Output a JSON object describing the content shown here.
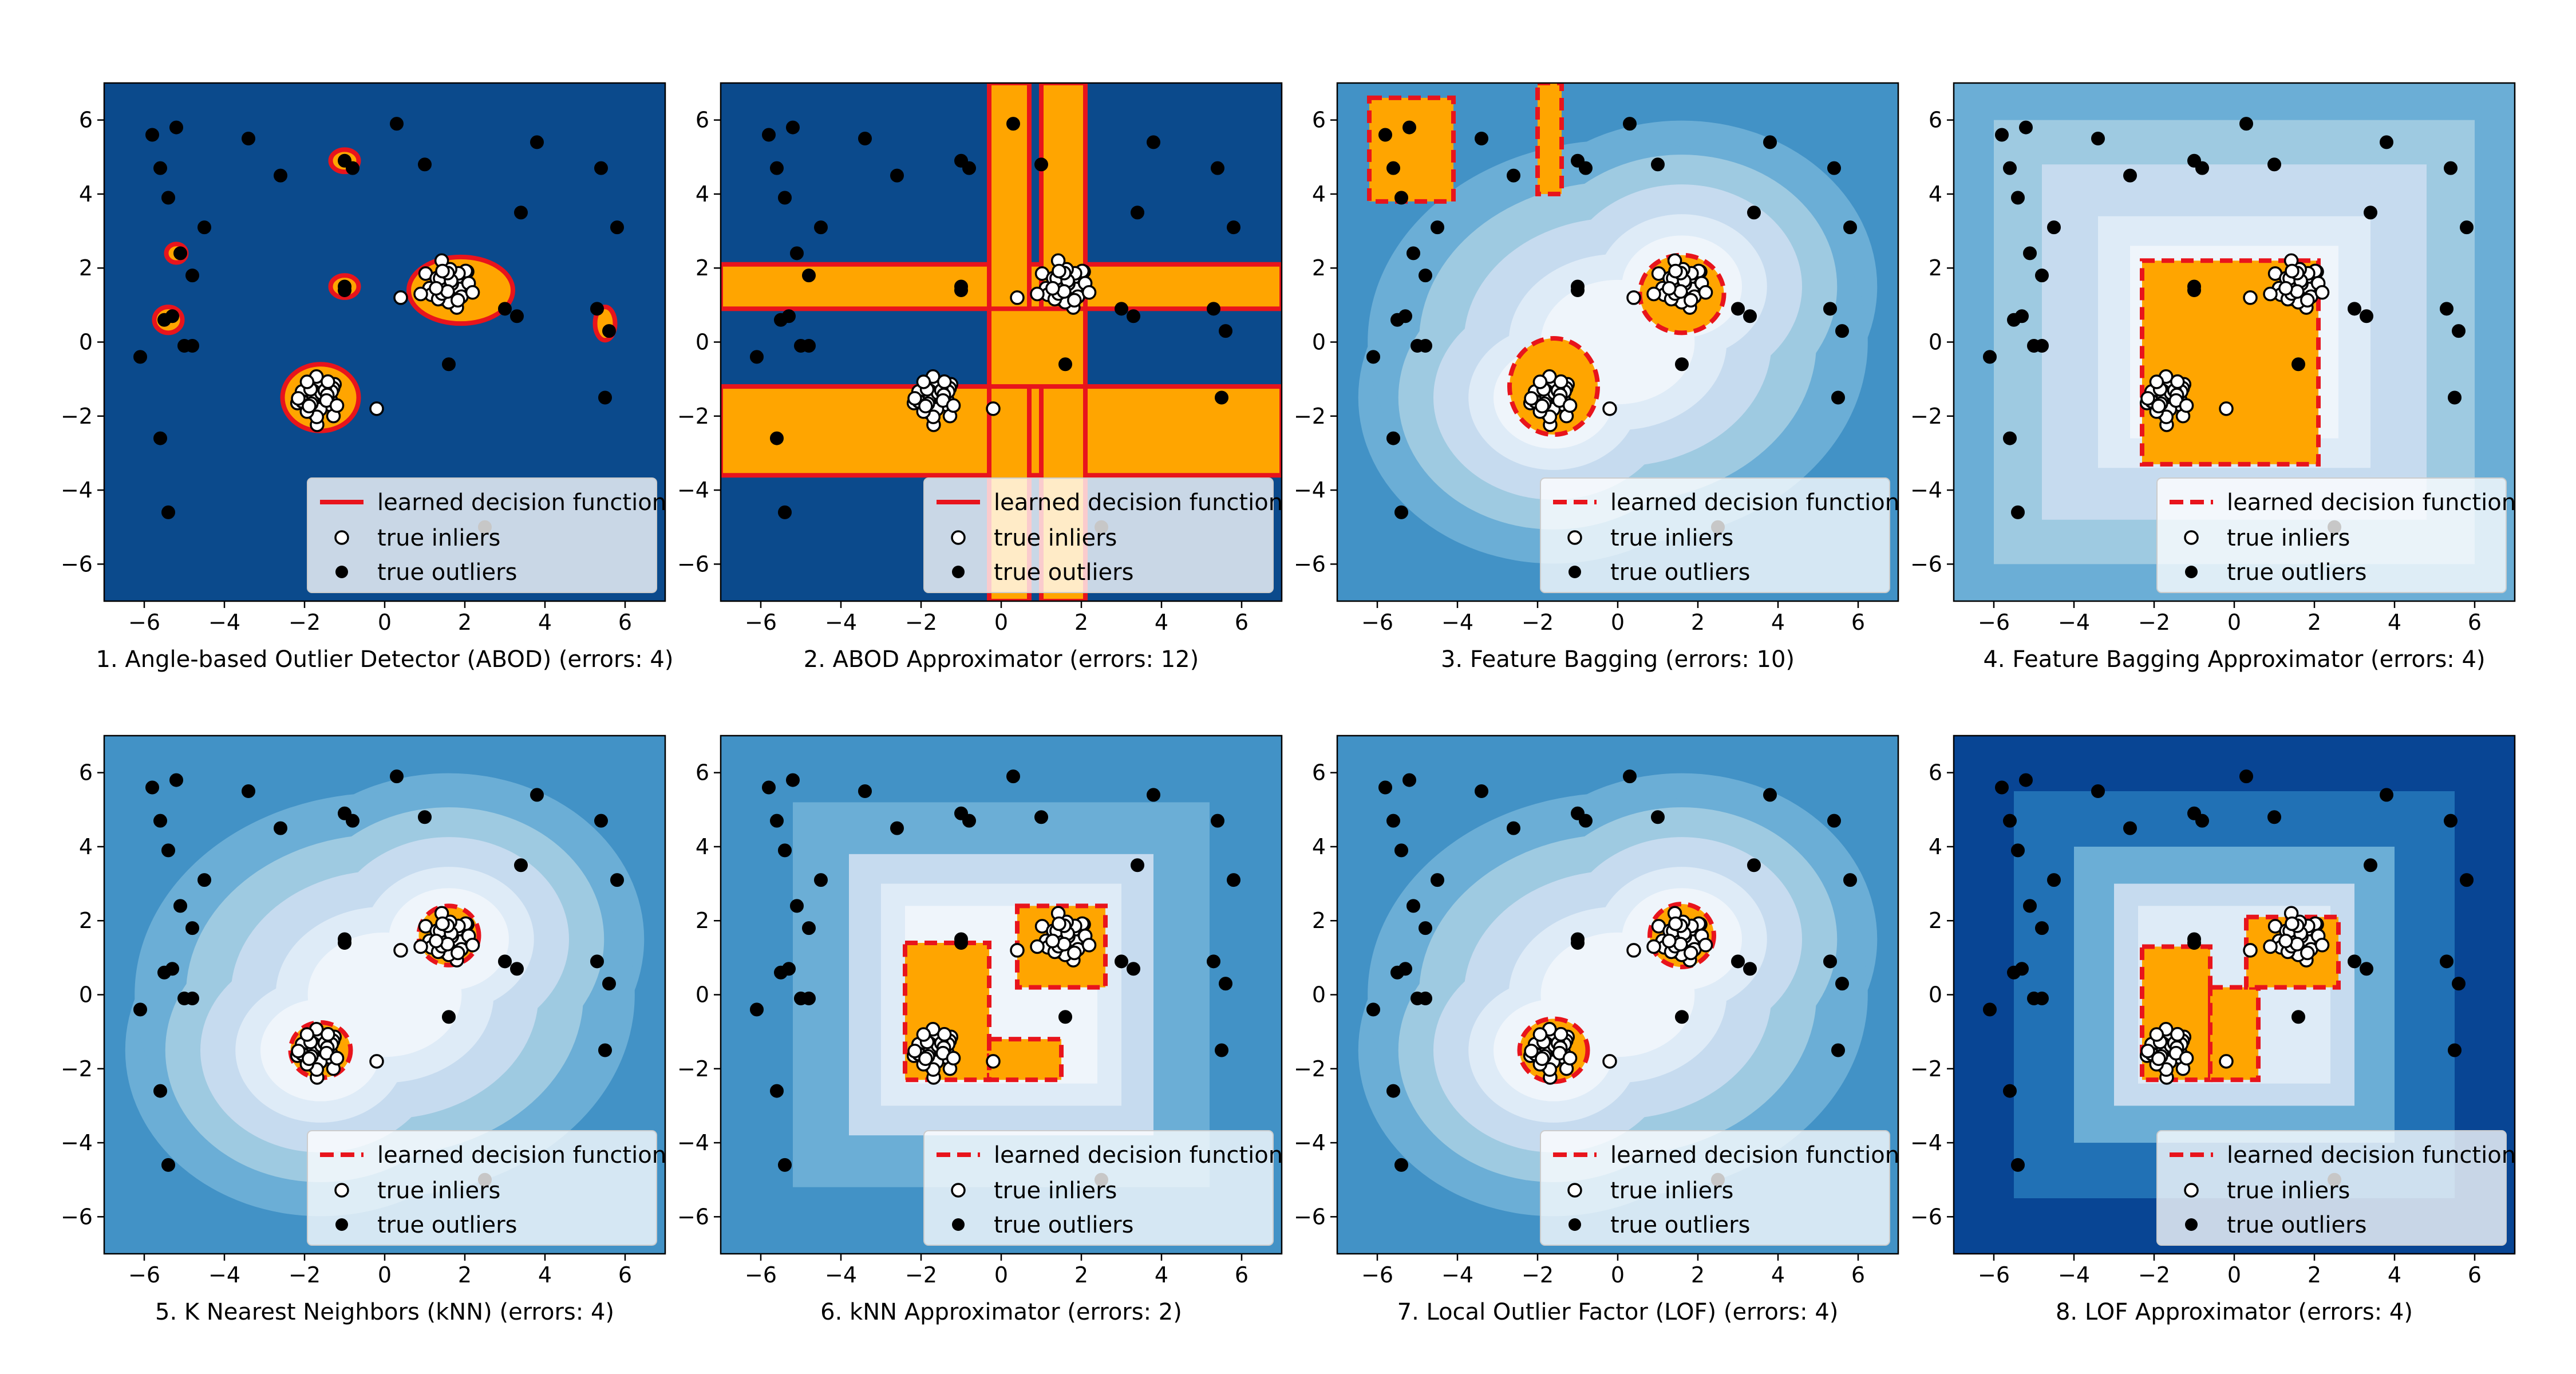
{
  "colors": {
    "background_dark": "#0b4a8c",
    "inlier_region": "#ffa500",
    "decision_line": "#e8141c",
    "inlier_face": "#ffffff",
    "outlier_face": "#000000",
    "level_1": "#084594",
    "level_2": "#2171b5",
    "level_3": "#4292c6",
    "level_4": "#6baed6",
    "level_5": "#9ecae1",
    "level_6": "#c6dbef",
    "level_7": "#deebf7",
    "level_8": "#eff5fb"
  },
  "legend": {
    "decision": "learned decision function",
    "inliers": "true inliers",
    "outliers": "true outliers"
  },
  "chart_data": [
    {
      "type": "scatter",
      "title": "1. Angle-based Outlier Detector (ABOD) (errors: 4)",
      "xlim": [
        -7,
        7
      ],
      "ylim": [
        -7,
        7
      ],
      "xticks": [
        -6,
        -4,
        -2,
        0,
        2,
        4,
        6
      ],
      "yticks": [
        -6,
        -4,
        -2,
        0,
        2,
        4,
        6
      ],
      "decision_style": "solid",
      "background": "dark",
      "inlier_clusters": [
        [
          -1.6,
          -1.5,
          0.55
        ],
        [
          1.6,
          1.5,
          0.55
        ]
      ],
      "inlier_regions": [
        {
          "shape": "ellipse",
          "cx": -1.6,
          "cy": -1.5,
          "rx": 0.95,
          "ry": 0.9
        },
        {
          "shape": "ellipse",
          "cx": 1.9,
          "cy": 1.4,
          "rx": 1.3,
          "ry": 0.9
        },
        {
          "shape": "ellipse",
          "cx": -1.0,
          "cy": 1.5,
          "rx": 0.35,
          "ry": 0.3
        },
        {
          "shape": "ellipse",
          "cx": -1.0,
          "cy": 4.9,
          "rx": 0.35,
          "ry": 0.3
        },
        {
          "shape": "ellipse",
          "cx": -5.4,
          "cy": 0.6,
          "rx": 0.35,
          "ry": 0.35
        },
        {
          "shape": "ellipse",
          "cx": -5.2,
          "cy": 2.4,
          "rx": 0.25,
          "ry": 0.25
        },
        {
          "shape": "ellipse",
          "cx": 5.5,
          "cy": 0.5,
          "rx": 0.25,
          "ry": 0.45
        }
      ]
    },
    {
      "type": "scatter",
      "title": "2. ABOD Approximator (errors: 12)",
      "xlim": [
        -7,
        7
      ],
      "ylim": [
        -7,
        7
      ],
      "xticks": [
        -6,
        -4,
        -2,
        0,
        2,
        4,
        6
      ],
      "yticks": [
        -6,
        -4,
        -2,
        0,
        2,
        4,
        6
      ],
      "decision_style": "solid",
      "background": "dark",
      "inlier_clusters": [
        [
          -1.6,
          -1.5,
          0.55
        ],
        [
          1.6,
          1.5,
          0.55
        ]
      ],
      "inlier_regions": [
        {
          "shape": "rect",
          "x0": -7,
          "x1": 7,
          "y0": 0.9,
          "y1": 2.1
        },
        {
          "shape": "rect",
          "x0": -7,
          "x1": 7,
          "y0": -3.6,
          "y1": -1.2
        },
        {
          "shape": "rect",
          "x0": -0.3,
          "x1": 0.7,
          "y0": -7,
          "y1": 7
        },
        {
          "shape": "rect",
          "x0": 1.0,
          "x1": 2.1,
          "y0": -7,
          "y1": 7
        },
        {
          "shape": "rect",
          "x0": -0.3,
          "x1": 2.1,
          "y0": -1.2,
          "y1": 0.9
        }
      ]
    },
    {
      "type": "scatter",
      "title": "3. Feature Bagging (errors: 10)",
      "xlim": [
        -7,
        7
      ],
      "ylim": [
        -7,
        7
      ],
      "xticks": [
        -6,
        -4,
        -2,
        0,
        2,
        4,
        6
      ],
      "yticks": [
        -6,
        -4,
        -2,
        0,
        2,
        4,
        6
      ],
      "decision_style": "dashed",
      "background": "radial_light",
      "inlier_clusters": [
        [
          -1.6,
          -1.5,
          0.55
        ],
        [
          1.6,
          1.5,
          0.55
        ]
      ],
      "inlier_regions": [
        {
          "shape": "ellipse",
          "cx": -1.6,
          "cy": -1.2,
          "rx": 1.1,
          "ry": 1.3
        },
        {
          "shape": "ellipse",
          "cx": 1.6,
          "cy": 1.3,
          "rx": 1.05,
          "ry": 1.05
        },
        {
          "shape": "rect",
          "x0": -6.2,
          "x1": -4.1,
          "y0": 3.8,
          "y1": 6.6
        },
        {
          "shape": "rect",
          "x0": -2.0,
          "x1": -1.4,
          "y0": 4.0,
          "y1": 7.0
        }
      ]
    },
    {
      "type": "scatter",
      "title": "4. Feature Bagging Approximator (errors: 4)",
      "xlim": [
        -7,
        7
      ],
      "ylim": [
        -7,
        7
      ],
      "xticks": [
        -6,
        -4,
        -2,
        0,
        2,
        4,
        6
      ],
      "yticks": [
        -6,
        -4,
        -2,
        0,
        2,
        4,
        6
      ],
      "decision_style": "dashed",
      "background": "square_light",
      "inlier_clusters": [
        [
          -1.6,
          -1.5,
          0.55
        ],
        [
          1.6,
          1.5,
          0.55
        ]
      ],
      "inlier_regions": [
        {
          "shape": "rect",
          "x0": -2.3,
          "x1": 2.1,
          "y0": -3.3,
          "y1": 2.2
        }
      ]
    },
    {
      "type": "scatter",
      "title": "5. K Nearest Neighbors (kNN) (errors: 4)",
      "xlim": [
        -7,
        7
      ],
      "ylim": [
        -7,
        7
      ],
      "xticks": [
        -6,
        -4,
        -2,
        0,
        2,
        4,
        6
      ],
      "yticks": [
        -6,
        -4,
        -2,
        0,
        2,
        4,
        6
      ],
      "decision_style": "dashed",
      "background": "radial_light",
      "inlier_clusters": [
        [
          -1.6,
          -1.5,
          0.55
        ],
        [
          1.6,
          1.5,
          0.55
        ]
      ],
      "inlier_regions": [
        {
          "shape": "ellipse",
          "cx": -1.6,
          "cy": -1.5,
          "rx": 0.75,
          "ry": 0.75
        },
        {
          "shape": "ellipse",
          "cx": 1.6,
          "cy": 1.6,
          "rx": 0.75,
          "ry": 0.8
        }
      ]
    },
    {
      "type": "scatter",
      "title": "6. kNN Approximator (errors: 2)",
      "xlim": [
        -7,
        7
      ],
      "ylim": [
        -7,
        7
      ],
      "xticks": [
        -6,
        -4,
        -2,
        0,
        2,
        4,
        6
      ],
      "yticks": [
        -6,
        -4,
        -2,
        0,
        2,
        4,
        6
      ],
      "decision_style": "dashed",
      "background": "square_medium",
      "inlier_clusters": [
        [
          -1.6,
          -1.5,
          0.55
        ],
        [
          1.6,
          1.5,
          0.55
        ]
      ],
      "inlier_regions": [
        {
          "shape": "rect",
          "x0": -2.4,
          "x1": -0.3,
          "y0": -2.3,
          "y1": 1.4
        },
        {
          "shape": "rect",
          "x0": -0.3,
          "x1": 1.5,
          "y0": -2.3,
          "y1": -1.2
        },
        {
          "shape": "rect",
          "x0": 0.4,
          "x1": 2.6,
          "y0": 0.2,
          "y1": 2.4
        }
      ]
    },
    {
      "type": "scatter",
      "title": "7. Local Outlier Factor (LOF) (errors: 4)",
      "xlim": [
        -7,
        7
      ],
      "ylim": [
        -7,
        7
      ],
      "xticks": [
        -6,
        -4,
        -2,
        0,
        2,
        4,
        6
      ],
      "yticks": [
        -6,
        -4,
        -2,
        0,
        2,
        4,
        6
      ],
      "decision_style": "dashed",
      "background": "radial_light",
      "inlier_clusters": [
        [
          -1.6,
          -1.5,
          0.55
        ],
        [
          1.6,
          1.5,
          0.55
        ]
      ],
      "inlier_regions": [
        {
          "shape": "ellipse",
          "cx": -1.6,
          "cy": -1.5,
          "rx": 0.85,
          "ry": 0.85
        },
        {
          "shape": "ellipse",
          "cx": 1.6,
          "cy": 1.6,
          "rx": 0.8,
          "ry": 0.85
        }
      ]
    },
    {
      "type": "scatter",
      "title": "8. LOF Approximator (errors: 4)",
      "xlim": [
        -7,
        7
      ],
      "ylim": [
        -7,
        7
      ],
      "xticks": [
        -6,
        -4,
        -2,
        0,
        2,
        4,
        6
      ],
      "yticks": [
        -6,
        -4,
        -2,
        0,
        2,
        4,
        6
      ],
      "decision_style": "dashed",
      "background": "square_dark",
      "inlier_clusters": [
        [
          -1.6,
          -1.5,
          0.55
        ],
        [
          1.6,
          1.5,
          0.55
        ]
      ],
      "inlier_regions": [
        {
          "shape": "rect",
          "x0": -2.3,
          "x1": -0.6,
          "y0": -2.3,
          "y1": 1.3
        },
        {
          "shape": "rect",
          "x0": -0.6,
          "x1": 0.6,
          "y0": -2.3,
          "y1": 0.2
        },
        {
          "shape": "rect",
          "x0": 0.3,
          "x1": 2.6,
          "y0": 0.2,
          "y1": 2.1
        }
      ]
    }
  ],
  "outliers": [
    [
      -5.8,
      5.6
    ],
    [
      -5.2,
      5.8
    ],
    [
      -3.4,
      5.5
    ],
    [
      0.3,
      5.9
    ],
    [
      -2.6,
      4.5
    ],
    [
      -1.0,
      4.9
    ],
    [
      -0.8,
      4.7
    ],
    [
      1.0,
      4.8
    ],
    [
      3.8,
      5.4
    ],
    [
      5.4,
      4.7
    ],
    [
      -5.6,
      4.7
    ],
    [
      -5.4,
      3.9
    ],
    [
      -4.5,
      3.1
    ],
    [
      3.4,
      3.5
    ],
    [
      5.8,
      3.1
    ],
    [
      -5.1,
      2.4
    ],
    [
      -4.8,
      1.8
    ],
    [
      -1.0,
      1.5
    ],
    [
      -1.0,
      1.4
    ],
    [
      3.0,
      0.9
    ],
    [
      3.3,
      0.7
    ],
    [
      5.3,
      0.9
    ],
    [
      -5.5,
      0.6
    ],
    [
      -5.3,
      0.7
    ],
    [
      5.6,
      0.3
    ],
    [
      -5.0,
      -0.1
    ],
    [
      -4.8,
      -0.1
    ],
    [
      -6.1,
      -0.4
    ],
    [
      1.6,
      -0.6
    ],
    [
      -5.6,
      -2.6
    ],
    [
      5.5,
      -1.5
    ],
    [
      -5.4,
      -4.6
    ],
    [
      2.5,
      -5.0
    ]
  ],
  "extra_inliers": [
    [
      0.4,
      1.2
    ],
    [
      0.9,
      1.3
    ],
    [
      -0.2,
      -1.8
    ]
  ]
}
